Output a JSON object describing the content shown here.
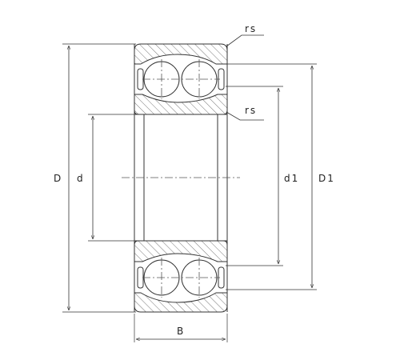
{
  "labels": {
    "rs_top": "rs",
    "rs_mid": "rs",
    "D": "D",
    "d": "d",
    "d1": "d1",
    "D1": "D1",
    "B": "B"
  },
  "colors": {
    "line": "#333333",
    "hatch": "#555555",
    "background": "#ffffff"
  }
}
